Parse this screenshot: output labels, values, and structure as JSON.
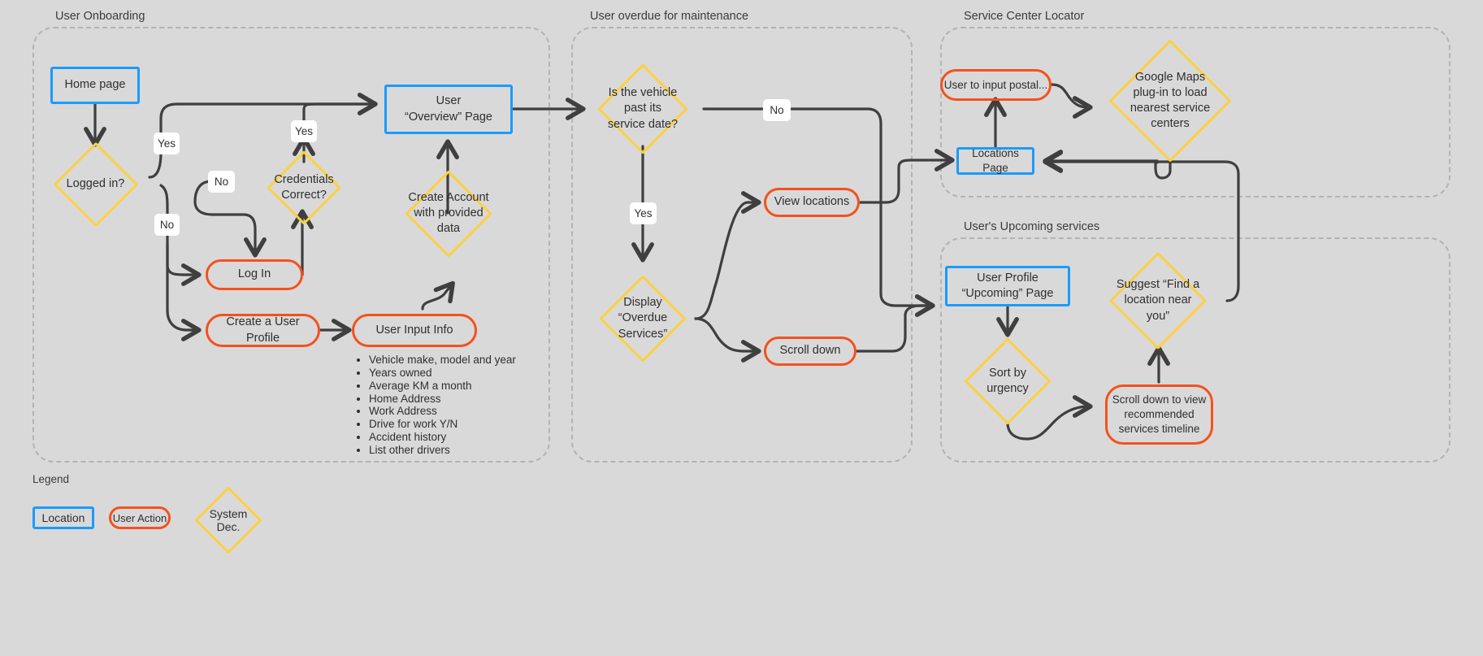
{
  "diagram": {
    "title_hidden": "",
    "background_color": "#d9d9d9",
    "colors": {
      "location_blue": "#1a9bfc",
      "user_action_red": "#f4511e",
      "system_decision_yellow": "#fdd043",
      "connector_gray": "#3f3f3f",
      "group_border": "#b3b3b3"
    }
  },
  "groups": [
    {
      "id": "onboarding",
      "title": "User Onboarding"
    },
    {
      "id": "overdue",
      "title": "User overdue for maintenance"
    },
    {
      "id": "locator",
      "title": "Service Center Locator"
    },
    {
      "id": "upcoming",
      "title": "User's Upcoming services"
    }
  ],
  "nodes": {
    "home_page": {
      "label": "Home page",
      "type": "location"
    },
    "logged_in": {
      "label": "Logged in?",
      "type": "decision"
    },
    "credentials_correct": {
      "label": "Credentials\nCorrect?",
      "type": "decision"
    },
    "log_in": {
      "label": "Log In",
      "type": "user_action"
    },
    "create_user_profile": {
      "label": "Create a User Profile",
      "type": "user_action"
    },
    "user_input_info": {
      "label": "User Input Info",
      "type": "user_action"
    },
    "create_account": {
      "label": "Create Account\nwith provided\ndata",
      "type": "decision"
    },
    "user_overview_page": {
      "label": "User\n“Overview” Page",
      "type": "location"
    },
    "past_service_date": {
      "label": "Is the vehicle\npast its\nservice date?",
      "type": "decision"
    },
    "display_overdue": {
      "label": "Display\n“Overdue\nServices”",
      "type": "decision"
    },
    "view_locations": {
      "label": "View locations",
      "type": "user_action"
    },
    "scroll_down": {
      "label": "Scroll down",
      "type": "user_action"
    },
    "user_input_postal": {
      "label": "User to input postal...",
      "type": "user_action"
    },
    "locations_page": {
      "label": "Locations Page",
      "type": "location"
    },
    "google_maps": {
      "label": "Google Maps\nplug-in to load\nnearest service\ncenters",
      "type": "decision"
    },
    "user_profile_upcoming": {
      "label": "User Profile\n“Upcoming” Page",
      "type": "location"
    },
    "sort_by_urgency": {
      "label": "Sort by\nurgency",
      "type": "decision"
    },
    "suggest_find_location": {
      "label": "Suggest  “Find a\nlocation near\nyou”",
      "type": "decision"
    },
    "scroll_down_timeline": {
      "label": "Scroll down to view\nrecommended\nservices timeline",
      "type": "user_action"
    }
  },
  "edge_labels": {
    "logged_in_yes": "Yes",
    "logged_in_no": "No",
    "credentials_yes": "Yes",
    "credentials_no": "No",
    "service_date_no": "No",
    "service_date_yes": "Yes"
  },
  "input_info_bullets": [
    "Vehicle make, model and year",
    "Years owned",
    "Average KM a month",
    "Home Address",
    "Work Address",
    "Drive for work Y/N",
    "Accident history",
    "List other drivers"
  ],
  "legend": {
    "title": "Legend",
    "items": [
      {
        "label": "Location",
        "type": "location"
      },
      {
        "label": "User Action",
        "type": "user_action"
      },
      {
        "label": "System\nDec.",
        "type": "decision"
      }
    ]
  }
}
